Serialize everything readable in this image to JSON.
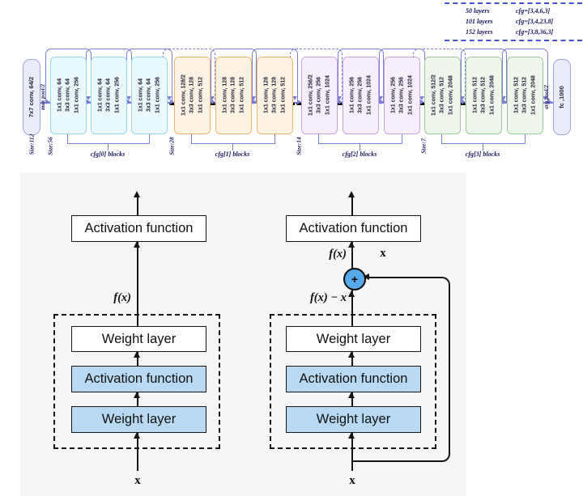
{
  "legend": {
    "rows": [
      {
        "layers": "50 layers",
        "cfg": "cfg=[3,4,6,3]"
      },
      {
        "layers": "101 layers",
        "cfg": "cfg=[3,4,23,8]"
      },
      {
        "layers": "152 layers",
        "cfg": "cfg=[3,8,36,3]"
      }
    ]
  },
  "top": {
    "stem": {
      "label": "7x7 conv, 64/2",
      "size": "Size:112"
    },
    "max_pool": "max pool/2",
    "avg_pool": "avg pool/2",
    "fc": "fc ,1000",
    "stages": [
      {
        "label": "cfg[0] blocks",
        "size": "Size:56",
        "blocks": [
          "1x1 conv,  64\n3x3 conv,  64\n1x1 conv,  256",
          "1x1 conv,  64\n3x3 conv,  64\n1x1 conv,  256",
          "1x1 conv,  64\n3x3 conv,  64\n1x1 conv,  256"
        ]
      },
      {
        "label": "cfg[1] blocks",
        "size": "Size:28",
        "blocks": [
          "1x1 conv,  128/2\n3x3 conv,  128\n1x1 conv,  512",
          "1x1 conv,  128\n3x3 conv,  128\n1x1 conv,  512",
          "1x1 conv,  128\n3x3 conv,  128\n1x1 conv,  512"
        ]
      },
      {
        "label": "cfg[2] blocks",
        "size": "Size:14",
        "blocks": [
          "1x1 conv,  256/2\n3x3 conv,  256\n1x1 conv,  1024",
          "1x1 conv,  256\n3x3 conv,  256\n1x1 conv,  1024",
          "1x1 conv,  256\n3x3 conv,  256\n1x1 conv,  1024"
        ]
      },
      {
        "label": "cfg[3] blocks",
        "size": "Size:7",
        "blocks": [
          "1x1 conv,  512/2\n3x3 conv,  512\n1x1 conv,  2048",
          "1x1 conv,  512\n3x3 conv,  512\n1x1 conv,  2048",
          "1x1 conv,  512\n3x3 conv,  512\n1x1 conv,  2048"
        ]
      }
    ]
  },
  "bottom": {
    "plain": {
      "activation_top": "Activation function",
      "fx": "f(x)",
      "weight_top": "Weight layer",
      "activation_mid": "Activation function",
      "weight_bottom": "Weight layer",
      "input": "x"
    },
    "residual": {
      "activation_top": "Activation function",
      "fx": "f(x)",
      "skip_x": "x",
      "plus": "+",
      "fx_minus_x": "f(x) − x",
      "weight_top": "Weight layer",
      "activation_mid": "Activation function",
      "weight_bottom": "Weight layer",
      "input": "x"
    }
  },
  "colors": {
    "arc_blue": "#7b7ed6",
    "stage0_fill": "#e9f9fc",
    "stage0_border": "#8fd9ea",
    "stage1_fill": "#fdf3e3",
    "stage1_border": "#f2b36b",
    "stage2_fill": "#f6eefa",
    "stage2_border": "#c9a3de",
    "stage3_fill": "#eff7ed",
    "stage3_border": "#9ccb97",
    "pill_fill": "#eaecfa",
    "panel_gray": "#f6f6f7",
    "box_blue": "#b9d9f3",
    "plus_circle_blue": "#57a9e9",
    "label_navy": "#1a1a5e"
  }
}
